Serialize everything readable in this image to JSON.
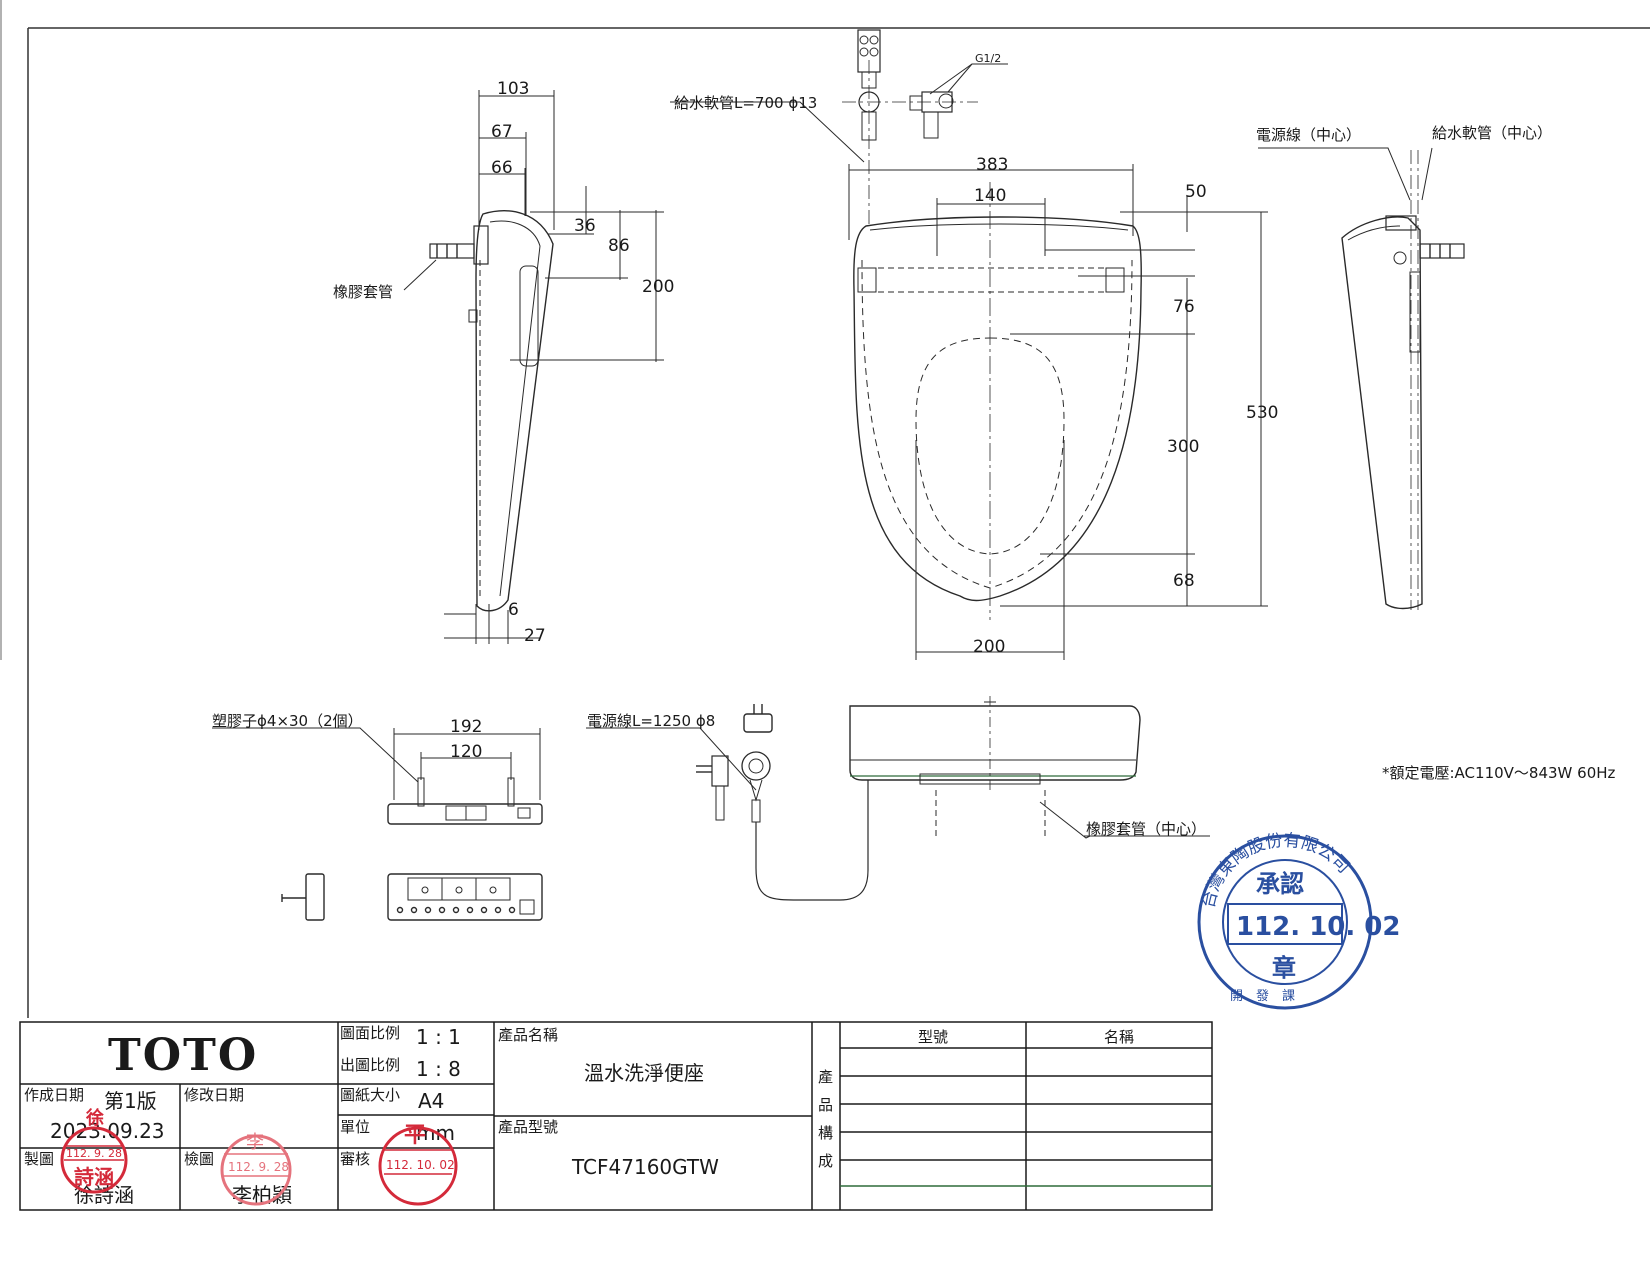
{
  "dimensions": {
    "side_total_depth": "103",
    "side_depth_2": "67",
    "side_depth_3": "66",
    "side_rise_1": "36",
    "side_rise_2": "86",
    "side_height": "200",
    "side_tip_1": "6",
    "side_tip_2": "27",
    "top_total_width": "383",
    "top_hinge_spacing": "140",
    "top_back_offset": "50",
    "top_inner_offset": "76",
    "top_opening_length": "300",
    "top_front_offset": "68",
    "top_total_length": "530",
    "top_opening_width": "200",
    "remote_width": "192",
    "remote_screw_spacing": "120"
  },
  "labels": {
    "supply_hose": "給水軟管L=700 ϕ13",
    "thread_size": "G1/2",
    "power_cord_center": "電源線（中心）",
    "supply_hose_center": "給水軟管（中心）",
    "rubber_sleeve": "橡膠套管",
    "plastic_anchor": "塑膠子ϕ4×30（2個）",
    "power_cord": "電源線L=1250 ϕ8",
    "rubber_sleeve_center": "橡膠套管（中心）",
    "rated_voltage": "*額定電壓:AC110V～843W 60Hz"
  },
  "title_block": {
    "logo": "TOTO",
    "drawing_scale_label": "圖面比例",
    "drawing_scale": "1 : 1",
    "output_scale_label": "出圖比例",
    "output_scale": "1 : 8",
    "paper_size_label": "圖紙大小",
    "paper_size": "A4",
    "unit_label": "單位",
    "unit": "mm",
    "created_label": "作成日期",
    "version": "第1版",
    "created_date": "2023.09.23",
    "revised_label": "修改日期",
    "drawn_label": "製圖",
    "drawn_by": "徐詩涵",
    "checked_label": "檢圖",
    "checked_by": "李柏穎",
    "reviewed_label": "審核",
    "product_name_label": "產品名稱",
    "product_name": "溫水洗淨便座",
    "product_model_label": "產品型號",
    "product_model": "TCF47160GTW",
    "composition_label_1": "產",
    "composition_label_2": "品",
    "composition_label_3": "構",
    "composition_label_4": "成",
    "col_model": "型號",
    "col_name": "名稱"
  },
  "stamps": {
    "drawn_stamp_top": "徐",
    "drawn_stamp_date": "112. 9. 28",
    "drawn_stamp_name": "詩涵",
    "checked_stamp_top": "李",
    "checked_stamp_date": "112. 9. 28",
    "reviewed_stamp_top": "平",
    "reviewed_stamp_date": "112. 10. 02",
    "approval_company": "台灣東陶股份有限公司",
    "approval_word": "承認",
    "approval_date": "112. 10. 02",
    "approval_seal": "章",
    "approval_footer": "開　發　課"
  },
  "colors": {
    "line": "#2a2a2a",
    "stamp_red": "#d42a3a",
    "stamp_blue": "#2a4fa0"
  }
}
